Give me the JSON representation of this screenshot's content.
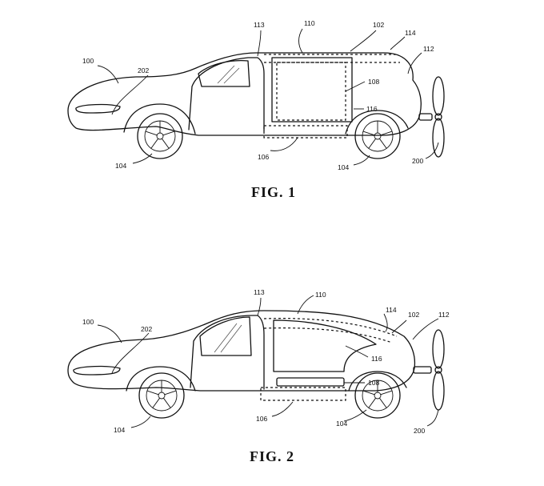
{
  "figures": [
    {
      "caption": "FIG. 1",
      "labels": {
        "vehicle": "100",
        "fuselage_top": "102",
        "wheel_front": "104",
        "wheel_rear": "104",
        "lower_compartment": "106",
        "compartment": "108",
        "roof_volume": "110",
        "tail": "112",
        "door_edge": "113",
        "rear_hatch": "114",
        "door": "116",
        "propeller": "200",
        "headlight": "202"
      }
    },
    {
      "caption": "FIG. 2",
      "labels": {
        "vehicle": "100",
        "fuselage_top": "102",
        "wheel_front": "104",
        "wheel_rear": "104",
        "lower_compartment": "106",
        "compartment": "108",
        "roof_volume": "110",
        "tail": "112",
        "door_edge": "113",
        "rear_hatch": "114",
        "door": "116",
        "propeller": "200",
        "headlight": "202"
      }
    }
  ]
}
